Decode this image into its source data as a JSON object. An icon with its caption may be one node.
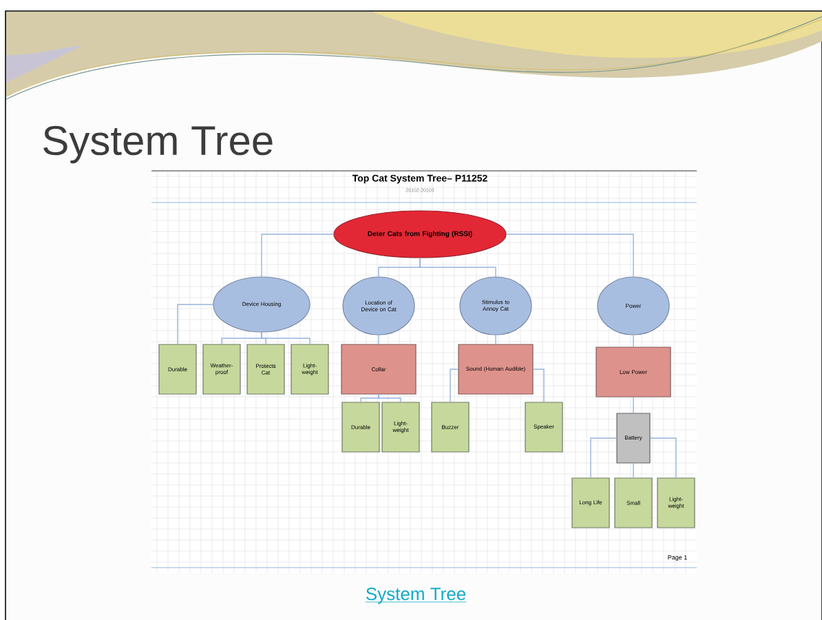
{
  "diagram": {
    "title": "System Tree",
    "caption": "System Tree",
    "nodes": [
      {
        "text": [
          "Deter Cats from Fighting (RSSI)"
        ]
      },
      {
        "text": [
          "Device Housing"
        ]
      },
      {
        "text": [
          "Location of Device on Cat"
        ]
      },
      {
        "text": [
          "Stimulus to Annoy Cat"
        ]
      },
      {
        "text": [
          "Power"
        ]
      },
      {
        "text": [
          "Durable"
        ]
      },
      {
        "text": [
          "Weather-proof"
        ]
      },
      {
        "text": [
          "Protects Cat"
        ]
      },
      {
        "text": [
          "Light-weight"
        ]
      },
      {
        "text": [
          "Collar"
        ]
      },
      {
        "text": [
          "Durable"
        ]
      },
      {
        "text": [
          "Light-weight"
        ]
      },
      {
        "text": [
          "Sound (Human Audible)"
        ]
      },
      {
        "text": [
          "Buzzer"
        ]
      },
      {
        "text": [
          "Speaker"
        ]
      },
      {
        "text": [
          "Low Power"
        ]
      },
      {
        "text": [
          "Battery"
        ]
      },
      {
        "text": [
          "Long Life"
        ]
      },
      {
        "text": [
          "Small"
        ]
      },
      {
        "text": [
          "Light-weight"
        ]
      }
    ],
    "edges": [
      {
        "from": 0,
        "to": 1,
        "arrow": "none"
      },
      {
        "from": 0,
        "to": 2,
        "arrow": "none"
      },
      {
        "from": 0,
        "to": 3,
        "arrow": "none"
      },
      {
        "from": 0,
        "to": 4,
        "arrow": "none"
      },
      {
        "from": 1,
        "to": 5,
        "arrow": "none"
      },
      {
        "from": 1,
        "to": 6,
        "arrow": "none"
      },
      {
        "from": 1,
        "to": 7,
        "arrow": "none"
      },
      {
        "from": 1,
        "to": 8,
        "arrow": "none"
      },
      {
        "from": 2,
        "to": 9,
        "arrow": "none"
      },
      {
        "from": 9,
        "to": 10,
        "arrow": "none"
      },
      {
        "from": 9,
        "to": 11,
        "arrow": "none"
      },
      {
        "from": 3,
        "to": 12,
        "arrow": "none"
      },
      {
        "from": 12,
        "to": 13,
        "arrow": "none"
      },
      {
        "from": 12,
        "to": 14,
        "arrow": "none"
      },
      {
        "from": 4,
        "to": 15,
        "arrow": "none"
      },
      {
        "from": 15,
        "to": 16,
        "arrow": "none"
      },
      {
        "from": 16,
        "to": 17,
        "arrow": "none"
      },
      {
        "from": 16,
        "to": 18,
        "arrow": "none"
      },
      {
        "from": 16,
        "to": 19,
        "arrow": "none"
      }
    ],
    "labels": [
      "Top Cat System Tree– P11252",
      "20102-20103",
      "Page 1"
    ]
  }
}
